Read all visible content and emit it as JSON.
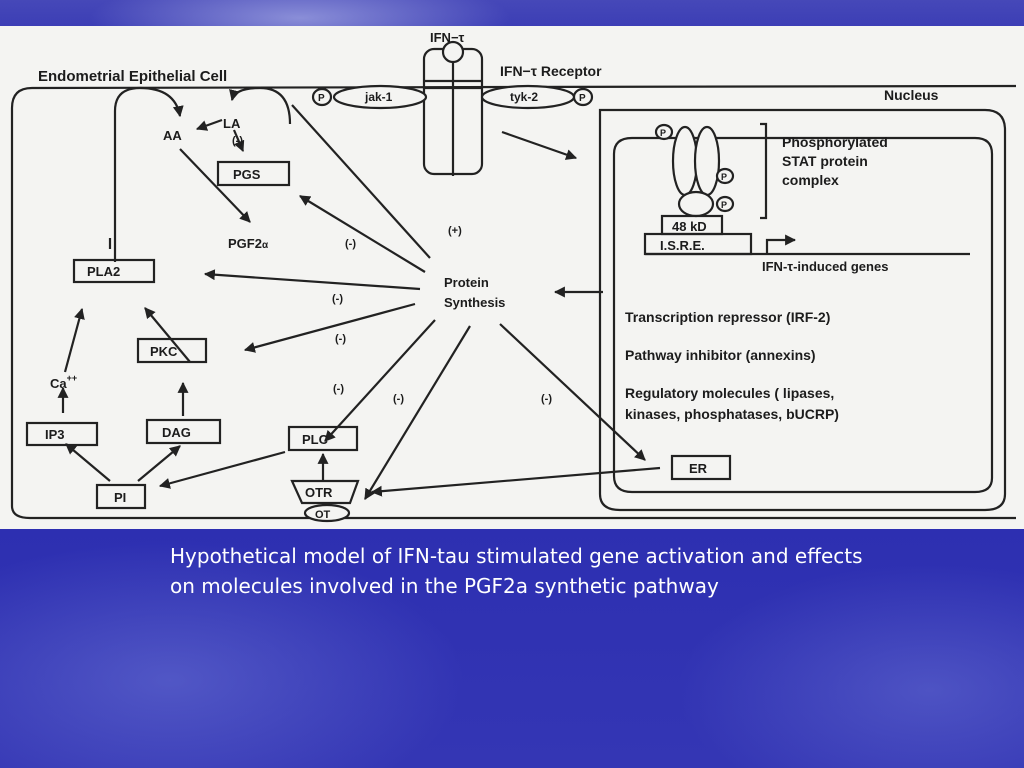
{
  "slide": {
    "background_color": "#2e2fb0",
    "caption": {
      "line1": "Hypothetical model of IFN-tau stimulated gene activation and effects",
      "line2": "on molecules involved in the PGF2a synthetic pathway"
    }
  },
  "diagram": {
    "cell_label": "Endometrial Epithelial Cell",
    "ligand": "IFN−τ",
    "receptor_label": "IFN−τ Receptor",
    "kinase_left": "jak-1",
    "kinase_right": "tyk-2",
    "phospho": "P",
    "nucleus_label": "Nucleus",
    "stat_label": [
      "Phosphorylated",
      "STAT protein",
      "complex"
    ],
    "box_48kd": "48 kD",
    "box_isre": "I.S.R.E.",
    "induced_genes": "IFN-τ-induced genes",
    "nucleus_products": [
      "Transcription repressor (IRF-2)",
      "Pathway inhibitor (annexins)",
      "Regulatory molecules ( lipases,",
      "kinases, phosphatases, bUCRP)"
    ],
    "nodes": {
      "aa": "AA",
      "la": "LA",
      "pgs": "PGS",
      "pgf_main": "PGF2",
      "pgf_sub": "α",
      "pla2": "PLA2",
      "pkc": "PKC",
      "ca_main": "Ca",
      "ca_sup": "++",
      "ip3": "IP3",
      "dag": "DAG",
      "pi": "PI",
      "plc": "PLC",
      "otr": "OTR",
      "ot": "OT",
      "er": "ER",
      "protein_synthesis": [
        "Protein",
        "Synthesis"
      ]
    },
    "signs": {
      "la_pgs": "(-)",
      "pgs": "(-)",
      "plus": "(+)",
      "pla2": "(-)",
      "pkc": "(-)",
      "plc": "(-)",
      "otr": "(-)",
      "er": "(-)"
    }
  }
}
